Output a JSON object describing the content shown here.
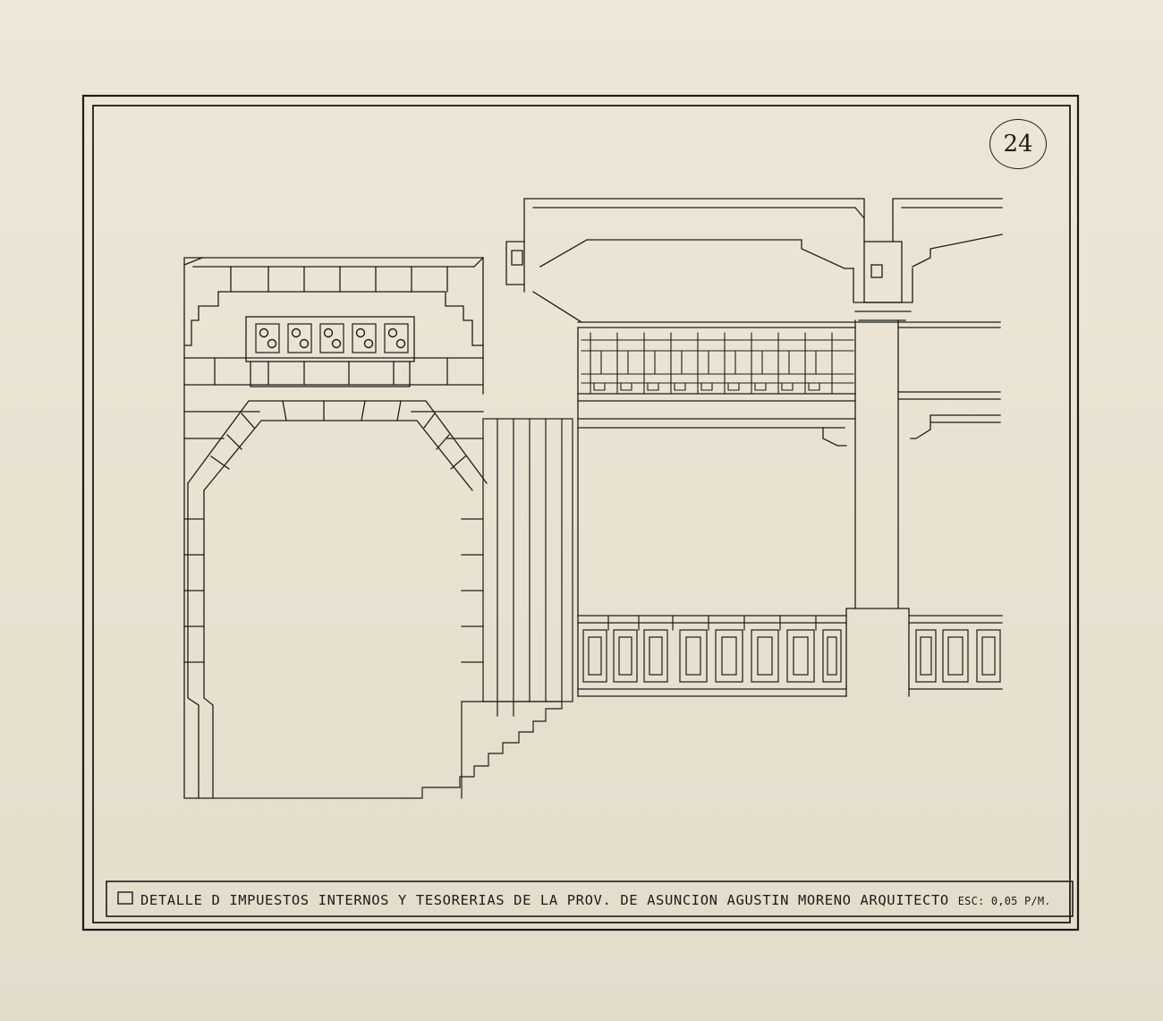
{
  "sheet": {
    "number": "24",
    "title": "DETALLE D IMPUESTOS INTERNOS Y TESORERIAS DE LA PROV. DE ASUNCION",
    "author": "AGUSTIN MORENO ARQUITECTO",
    "scale": "ESC: 0,05 P/M."
  },
  "colors": {
    "paper": "#ede7d8",
    "ink": "#1e1c18"
  },
  "grille_panels": 5
}
